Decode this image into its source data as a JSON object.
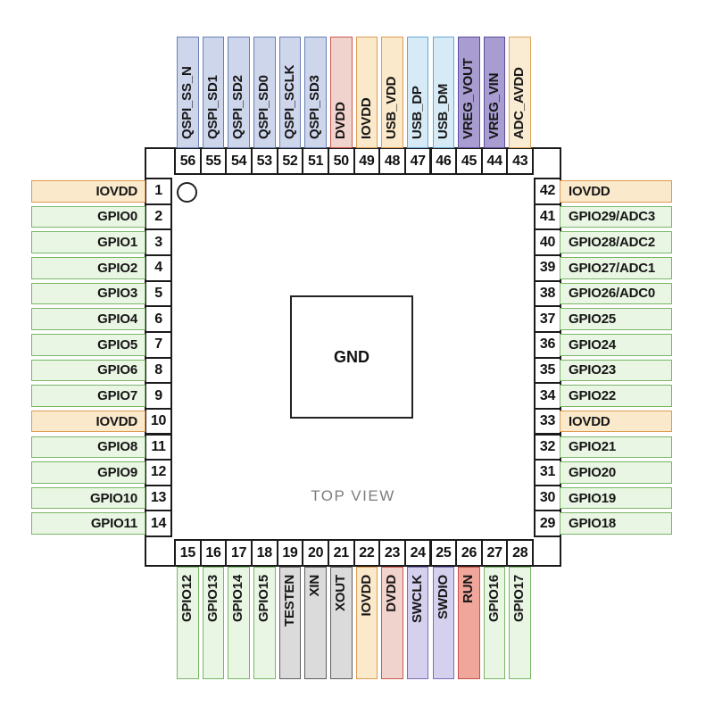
{
  "diagram": {
    "gnd_label": "GND",
    "view_label": "TOP VIEW"
  },
  "colors": {
    "background": "#ffffff",
    "pin_box_fill": "#ffffff",
    "pin_box_border": "#1b1b1b",
    "types": {
      "qspi": {
        "fill": "#ced6ec",
        "border": "#687fb4"
      },
      "core": {
        "fill": "#f1d3cd",
        "border": "#cd564e"
      },
      "io": {
        "fill": "#fae9cb",
        "border": "#de9b50"
      },
      "usb": {
        "fill": "#d7ebf6",
        "border": "#64a9d8"
      },
      "vreg": {
        "fill": "#a89cd1",
        "border": "#5a4c99"
      },
      "adc": {
        "fill": "#faecd3",
        "border": "#dda45c"
      },
      "gpio": {
        "fill": "#eaf6e4",
        "border": "#79b567"
      },
      "test": {
        "fill": "#dbdbdb",
        "border": "#5e5e5e"
      },
      "swd": {
        "fill": "#d6d0ef",
        "border": "#7b6db9"
      },
      "run": {
        "fill": "#f1a69c",
        "border": "#c55248"
      }
    }
  },
  "pins": {
    "top": [
      {
        "num": "56",
        "label": "QSPI_SS_N",
        "type": "qspi"
      },
      {
        "num": "55",
        "label": "QSPI_SD1",
        "type": "qspi"
      },
      {
        "num": "54",
        "label": "QSPI_SD2",
        "type": "qspi"
      },
      {
        "num": "53",
        "label": "QSPI_SD0",
        "type": "qspi"
      },
      {
        "num": "52",
        "label": "QSPI_SCLK",
        "type": "qspi"
      },
      {
        "num": "51",
        "label": "QSPI_SD3",
        "type": "qspi"
      },
      {
        "num": "50",
        "label": "DVDD",
        "type": "core"
      },
      {
        "num": "49",
        "label": "IOVDD",
        "type": "io"
      },
      {
        "num": "48",
        "label": "USB_VDD",
        "type": "io"
      },
      {
        "num": "47",
        "label": "USB_DP",
        "type": "usb"
      },
      {
        "num": "46",
        "label": "USB_DM",
        "type": "usb"
      },
      {
        "num": "45",
        "label": "VREG_VOUT",
        "type": "vreg"
      },
      {
        "num": "44",
        "label": "VREG_VIN",
        "type": "vreg"
      },
      {
        "num": "43",
        "label": "ADC_AVDD",
        "type": "adc"
      }
    ],
    "left": [
      {
        "num": "1",
        "label": "IOVDD",
        "type": "io"
      },
      {
        "num": "2",
        "label": "GPIO0",
        "type": "gpio"
      },
      {
        "num": "3",
        "label": "GPIO1",
        "type": "gpio"
      },
      {
        "num": "4",
        "label": "GPIO2",
        "type": "gpio"
      },
      {
        "num": "5",
        "label": "GPIO3",
        "type": "gpio"
      },
      {
        "num": "6",
        "label": "GPIO4",
        "type": "gpio"
      },
      {
        "num": "7",
        "label": "GPIO5",
        "type": "gpio"
      },
      {
        "num": "8",
        "label": "GPIO6",
        "type": "gpio"
      },
      {
        "num": "9",
        "label": "GPIO7",
        "type": "gpio"
      },
      {
        "num": "10",
        "label": "IOVDD",
        "type": "io"
      },
      {
        "num": "11",
        "label": "GPIO8",
        "type": "gpio"
      },
      {
        "num": "12",
        "label": "GPIO9",
        "type": "gpio"
      },
      {
        "num": "13",
        "label": "GPIO10",
        "type": "gpio"
      },
      {
        "num": "14",
        "label": "GPIO11",
        "type": "gpio"
      }
    ],
    "right": [
      {
        "num": "42",
        "label": "IOVDD",
        "type": "io"
      },
      {
        "num": "41",
        "label": "GPIO29/ADC3",
        "type": "gpio"
      },
      {
        "num": "40",
        "label": "GPIO28/ADC2",
        "type": "gpio"
      },
      {
        "num": "39",
        "label": "GPIO27/ADC1",
        "type": "gpio"
      },
      {
        "num": "38",
        "label": "GPIO26/ADC0",
        "type": "gpio"
      },
      {
        "num": "37",
        "label": "GPIO25",
        "type": "gpio"
      },
      {
        "num": "36",
        "label": "GPIO24",
        "type": "gpio"
      },
      {
        "num": "35",
        "label": "GPIO23",
        "type": "gpio"
      },
      {
        "num": "34",
        "label": "GPIO22",
        "type": "gpio"
      },
      {
        "num": "33",
        "label": "IOVDD",
        "type": "io"
      },
      {
        "num": "32",
        "label": "GPIO21",
        "type": "gpio"
      },
      {
        "num": "31",
        "label": "GPIO20",
        "type": "gpio"
      },
      {
        "num": "30",
        "label": "GPIO19",
        "type": "gpio"
      },
      {
        "num": "29",
        "label": "GPIO18",
        "type": "gpio"
      }
    ],
    "bottom": [
      {
        "num": "15",
        "label": "GPIO12",
        "type": "gpio"
      },
      {
        "num": "16",
        "label": "GPIO13",
        "type": "gpio"
      },
      {
        "num": "17",
        "label": "GPIO14",
        "type": "gpio"
      },
      {
        "num": "18",
        "label": "GPIO15",
        "type": "gpio"
      },
      {
        "num": "19",
        "label": "TESTEN",
        "type": "test"
      },
      {
        "num": "20",
        "label": "XIN",
        "type": "test"
      },
      {
        "num": "21",
        "label": "XOUT",
        "type": "test"
      },
      {
        "num": "22",
        "label": "IOVDD",
        "type": "io"
      },
      {
        "num": "23",
        "label": "DVDD",
        "type": "core"
      },
      {
        "num": "24",
        "label": "SWCLK",
        "type": "swd"
      },
      {
        "num": "25",
        "label": "SWDIO",
        "type": "swd"
      },
      {
        "num": "26",
        "label": "RUN",
        "type": "run"
      },
      {
        "num": "27",
        "label": "GPIO16",
        "type": "gpio"
      },
      {
        "num": "28",
        "label": "GPIO17",
        "type": "gpio"
      }
    ]
  }
}
